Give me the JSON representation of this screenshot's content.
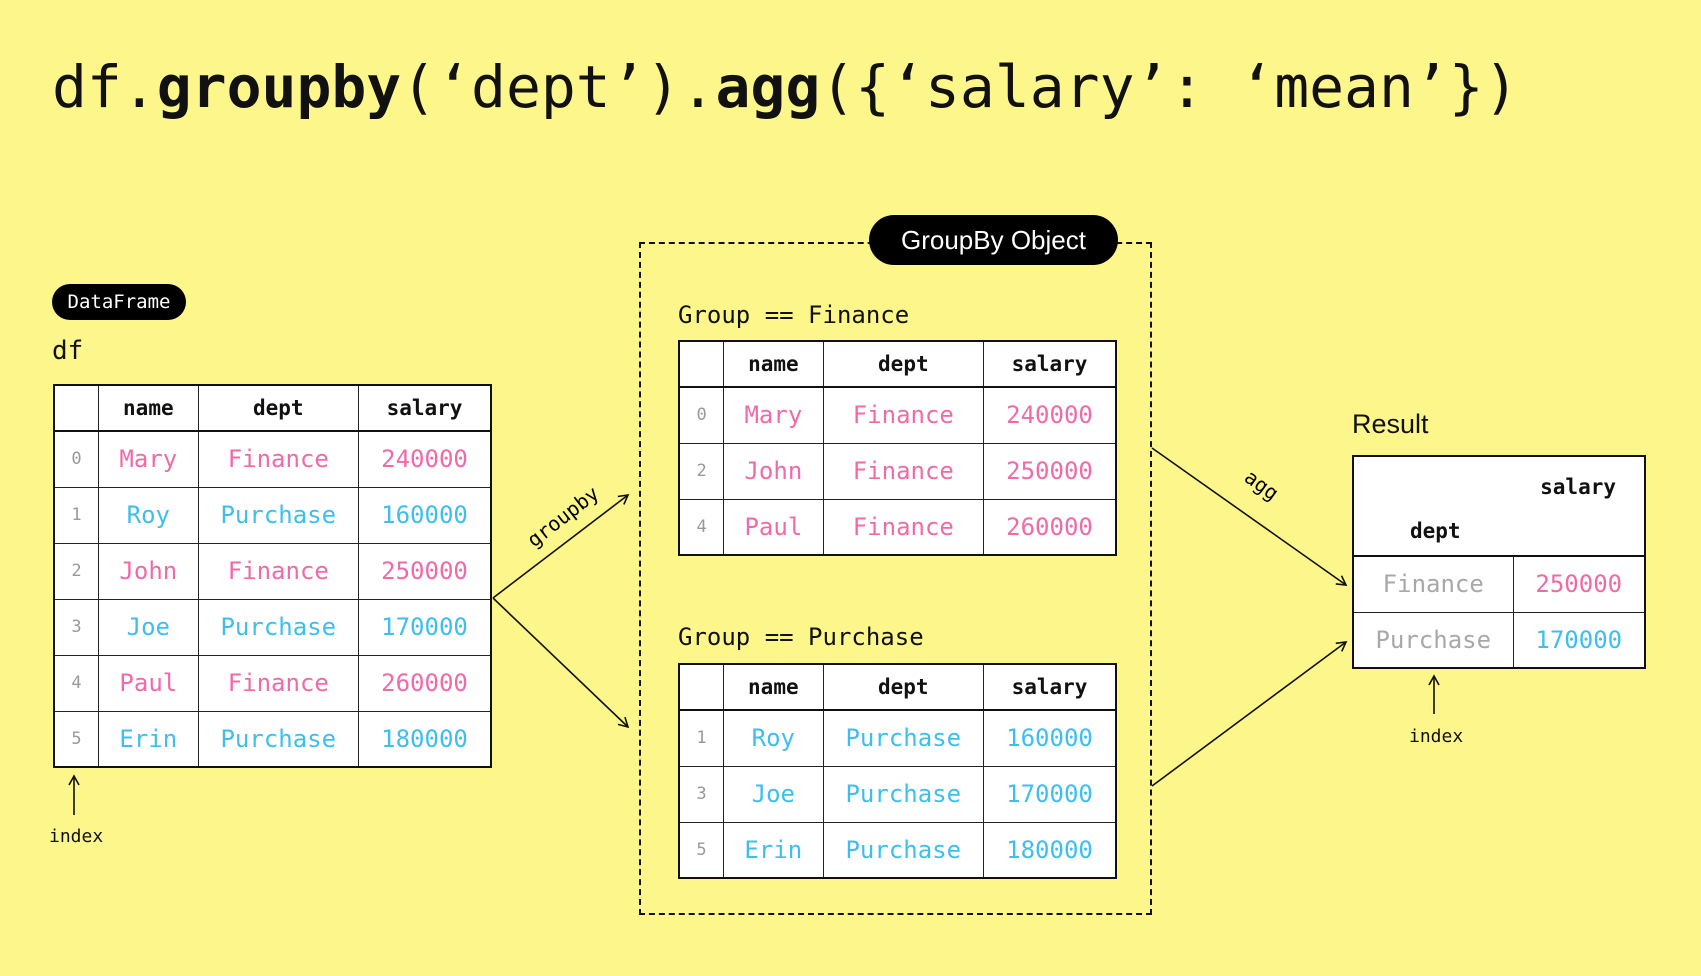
{
  "title": {
    "p1": "df.",
    "p2": "groupby",
    "p3": "(‘dept’).",
    "p4": "agg",
    "p5": "({‘salary’: ‘mean’})"
  },
  "dataframe_pill": "DataFrame",
  "df_name": "df",
  "groupby_pill": "GroupBy Object",
  "group1_label": "Group == Finance",
  "group2_label": "Group == Purchase",
  "result_title": "Result",
  "columns": [
    "name",
    "dept",
    "salary"
  ],
  "df_rows": [
    {
      "idx": "0",
      "name": "Mary",
      "dept": "Finance",
      "salary": "240000"
    },
    {
      "idx": "1",
      "name": "Roy",
      "dept": "Purchase",
      "salary": "160000"
    },
    {
      "idx": "2",
      "name": "John",
      "dept": "Finance",
      "salary": "250000"
    },
    {
      "idx": "3",
      "name": "Joe",
      "dept": "Purchase",
      "salary": "170000"
    },
    {
      "idx": "4",
      "name": "Paul",
      "dept": "Finance",
      "salary": "260000"
    },
    {
      "idx": "5",
      "name": "Erin",
      "dept": "Purchase",
      "salary": "180000"
    }
  ],
  "finance_rows": [
    {
      "idx": "0",
      "name": "Mary",
      "dept": "Finance",
      "salary": "240000"
    },
    {
      "idx": "2",
      "name": "John",
      "dept": "Finance",
      "salary": "250000"
    },
    {
      "idx": "4",
      "name": "Paul",
      "dept": "Finance",
      "salary": "260000"
    }
  ],
  "purchase_rows": [
    {
      "idx": "1",
      "name": "Roy",
      "dept": "Purchase",
      "salary": "160000"
    },
    {
      "idx": "3",
      "name": "Joe",
      "dept": "Purchase",
      "salary": "170000"
    },
    {
      "idx": "5",
      "name": "Erin",
      "dept": "Purchase",
      "salary": "180000"
    }
  ],
  "result": {
    "col_salary": "salary",
    "col_dept": "dept",
    "rows": [
      {
        "dept": "Finance",
        "salary": "250000"
      },
      {
        "dept": "Purchase",
        "salary": "170000"
      }
    ]
  },
  "arrow_groupby": "groupby",
  "arrow_agg": "agg",
  "index_label": "index",
  "colors": {
    "background": "#fdf68b",
    "finance": "#f06aa9",
    "purchase": "#3dbfee",
    "result_index": "#a8a8a8"
  }
}
